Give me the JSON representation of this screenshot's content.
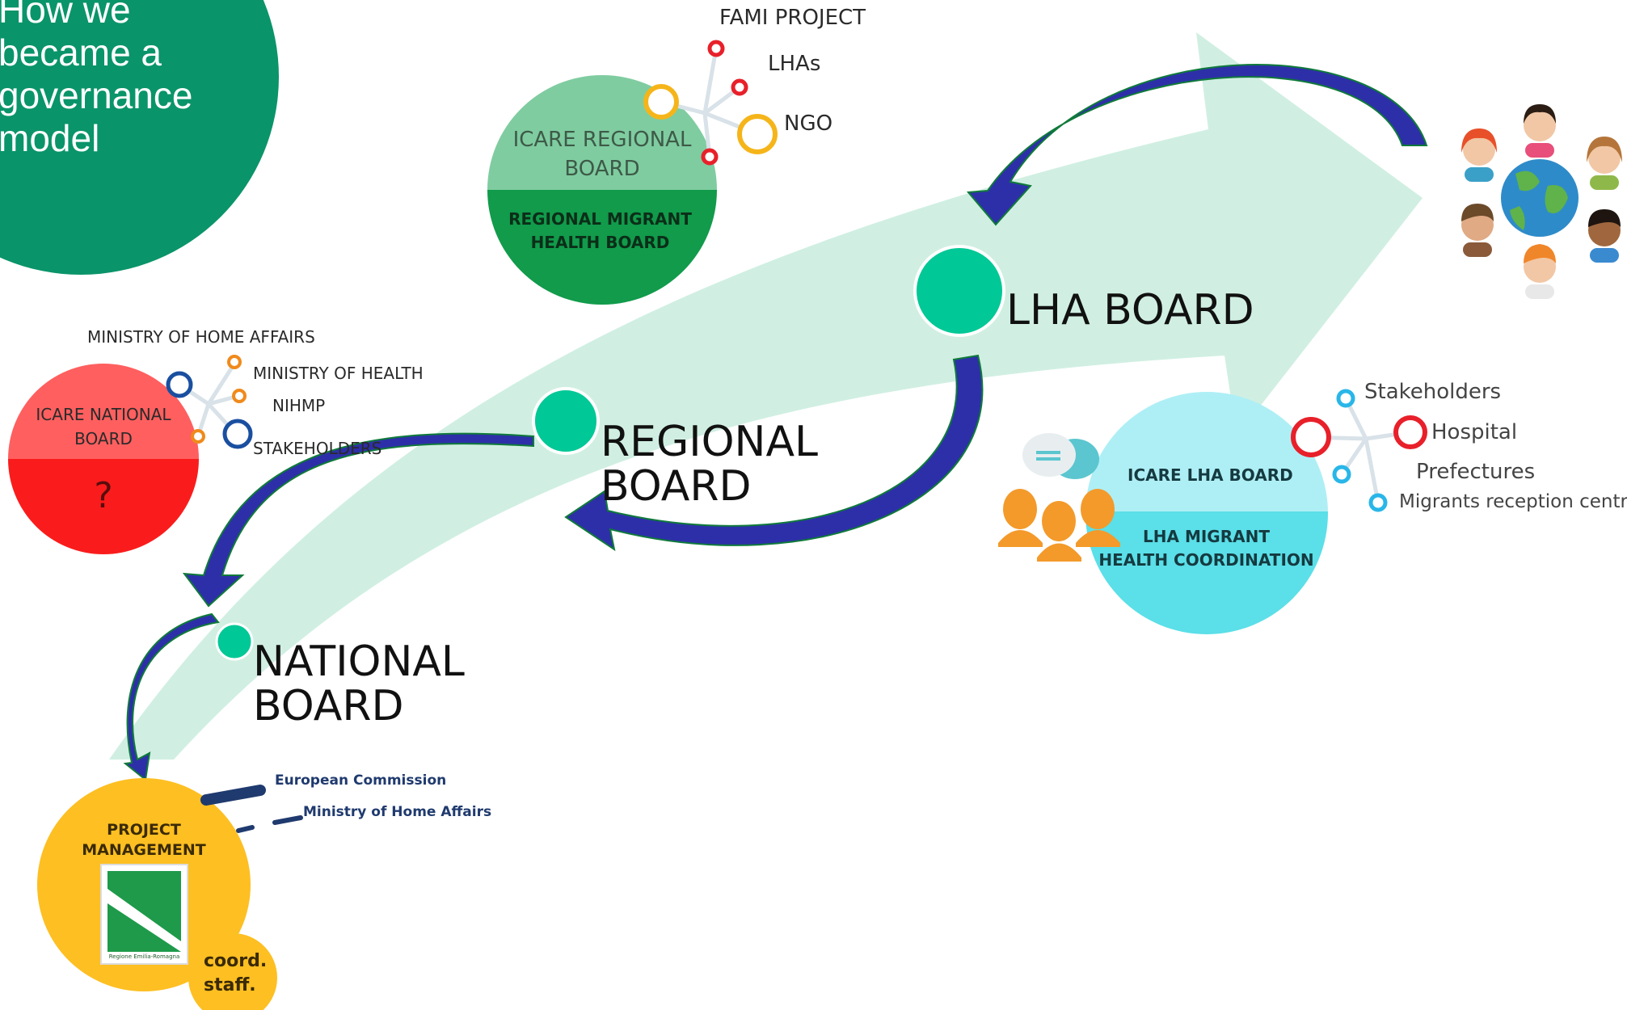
{
  "title": "How we\nbecame a\ngovernance\nmodel",
  "stages": {
    "national": "NATIONAL\nBOARD",
    "regional": "REGIONAL\nBOARD",
    "lha": "LHA BOARD"
  },
  "national_board": {
    "top": "ICARE NATIONAL\nBOARD",
    "bottom": "?",
    "nodes": [
      "MINISTRY OF HOME AFFAIRS",
      "MINISTRY OF HEALTH",
      "NIHMP",
      "STAKEHOLDERS"
    ]
  },
  "regional_board": {
    "top": "ICARE REGIONAL\nBOARD",
    "bottom": "REGIONAL MIGRANT\nHEALTH BOARD",
    "nodes": [
      "FAMI PROJECT",
      "LHAs",
      "NGO"
    ]
  },
  "lha_board": {
    "top": "ICARE LHA BOARD",
    "bottom": "LHA MIGRANT\nHEALTH COORDINATION",
    "nodes": [
      "Stakeholders",
      "Hospital",
      "Prefectures",
      "Migrants reception centre"
    ]
  },
  "project_management": {
    "label": "PROJECT\nMANAGEMENT",
    "staff": "coord.\nstaff.",
    "partners": [
      "European Commission",
      "Ministry of Home Affairs"
    ],
    "logo_text": "Regione Emilia-Romagna"
  },
  "icons": {
    "people": "people-icon",
    "chat": "chat-bubble-icon",
    "globe": "globe-icon",
    "faces": "faces-icon"
  },
  "colors": {
    "title_circle": "#0a9469",
    "flow_arrow": "#cdeee0",
    "stage_dot": "#00c896",
    "curved_arrow": "#2d2fa8",
    "national_top": "#ff5f5f",
    "national_bottom": "#fa1c1c",
    "regional_top": "#7fcca0",
    "regional_bottom": "#119b4b",
    "lha_top": "#aeeff5",
    "lha_bottom": "#5bdfe8",
    "project": "#fdbf22"
  }
}
